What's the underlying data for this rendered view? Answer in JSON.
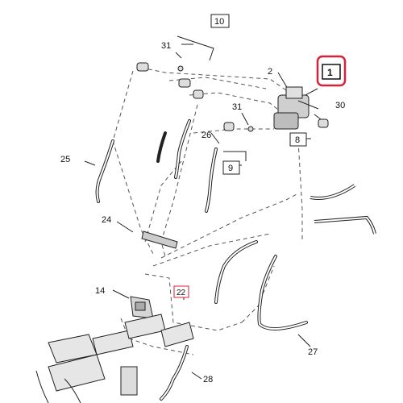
{
  "diagram": {
    "callouts": {
      "c1": "1",
      "c2": "2",
      "c8": "8",
      "c9": "9",
      "c10": "10",
      "c14": "14",
      "c22": "22",
      "c24": "24",
      "c25": "25",
      "c26": "26",
      "c27": "27",
      "c28": "28",
      "c30": "30",
      "c31a": "31",
      "c31b": "31"
    },
    "colors": {
      "highlight_border": "#d9223a",
      "line": "#222222",
      "dash": "#555555"
    }
  }
}
